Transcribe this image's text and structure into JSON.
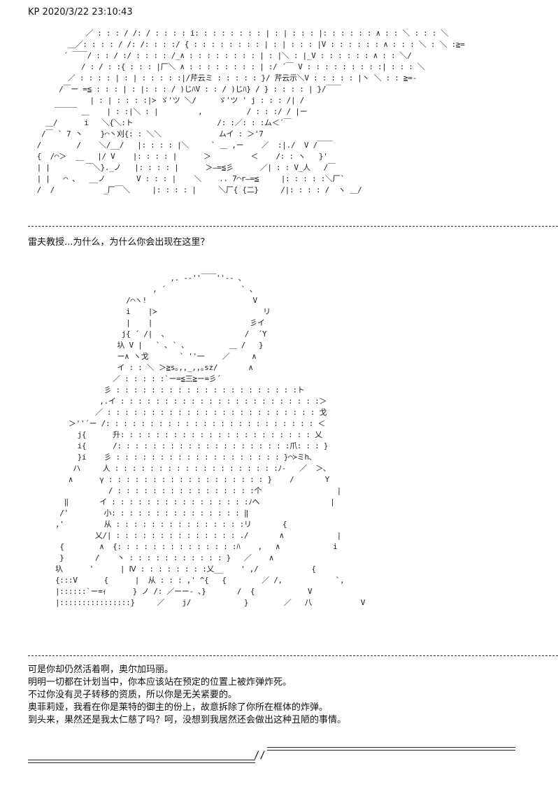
{
  "post": {
    "header": "KP 2020/3/22 23:10:43",
    "speech": "雷夫教授...为什么，为什么你会出现在这里？",
    "narration": [
      "可是你却仍然活着啊，奥尔加玛丽。",
      "明明一切都在计划当中，你本应该站在预定的位置上被炸弹炸死。",
      "不过你没有灵子转移的资质，所以你是无关紧要的。",
      "奥菲莉娅，我看在你是莱特的御主的份上，故意拆除了你所在框体的炸弹。",
      "到头来，果然还是我太仁慈了吗？呵，没想到我居然还会做出这种丑陋的事情。"
    ]
  }
}
